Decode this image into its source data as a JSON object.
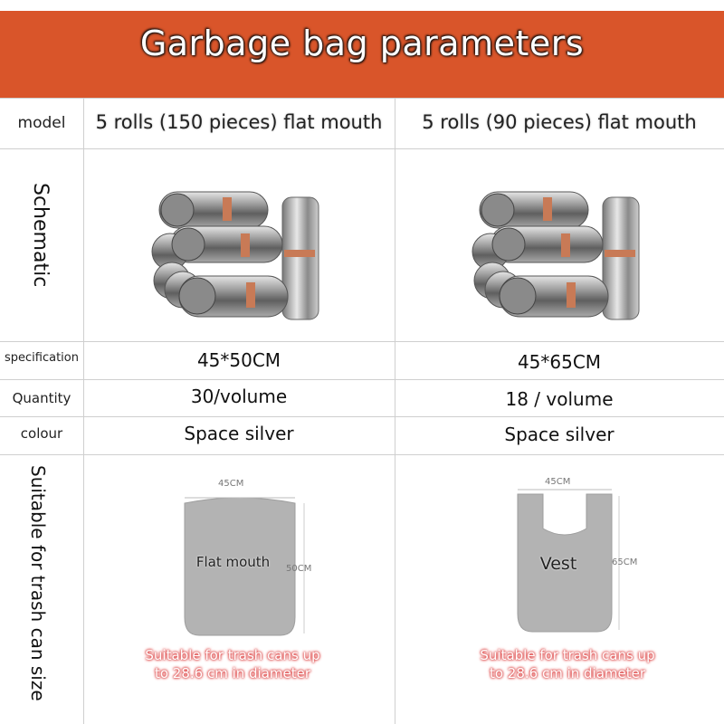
{
  "header": {
    "title": "Garbage bag parameters"
  },
  "rows": {
    "model_label": "model",
    "schematic_label": "Schematic",
    "specification_label": "specification",
    "quantity_label": "Quantity",
    "colour_label": "colour",
    "suitable_label": "Suitable for trash can size"
  },
  "products": [
    {
      "model": "5 rolls (150 pieces) flat mouth",
      "specification": "45*50CM",
      "quantity": "30/volume",
      "colour": "Space silver",
      "bag_type": "Flat mouth",
      "width_dim": "45CM",
      "height_dim": "50CM",
      "note_line1": "Suitable for trash cans up",
      "note_line2": "to 28.6 cm in diameter"
    },
    {
      "model": "5 rolls (90 pieces) flat mouth",
      "specification": "45*65CM",
      "quantity": "18 / volume",
      "colour": "Space silver",
      "bag_type": "Vest",
      "width_dim": "45CM",
      "height_dim": "65CM",
      "note_line1": "Suitable for trash cans up",
      "note_line2": "to 28.6 cm in diameter"
    }
  ],
  "colors": {
    "banner": "#d9552a",
    "note_glow": "#e35050",
    "bag_fill": "#b3b3b3"
  }
}
